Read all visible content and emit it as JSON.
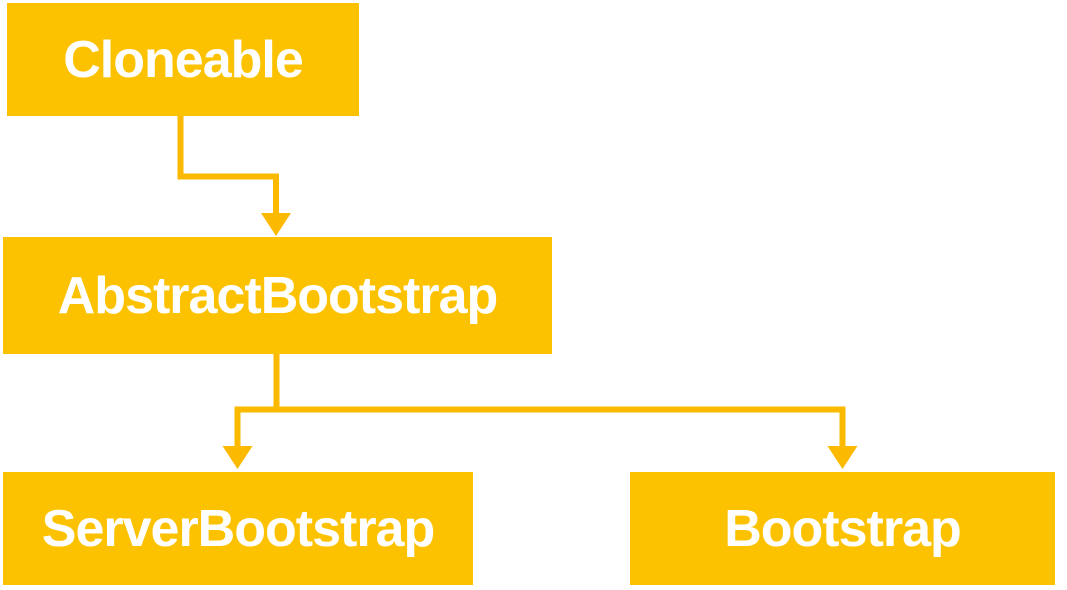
{
  "diagram": {
    "type": "class-hierarchy",
    "nodes": [
      {
        "id": "cloneable",
        "label": "Cloneable"
      },
      {
        "id": "abstract-bootstrap",
        "label": "AbstractBootstrap"
      },
      {
        "id": "server-bootstrap",
        "label": "ServerBootstrap"
      },
      {
        "id": "bootstrap",
        "label": "Bootstrap"
      }
    ],
    "edges": [
      {
        "from": "Cloneable",
        "to": "AbstractBootstrap"
      },
      {
        "from": "AbstractBootstrap",
        "to": "ServerBootstrap"
      },
      {
        "from": "AbstractBootstrap",
        "to": "Bootstrap"
      }
    ],
    "colors": {
      "node_fill": "#FCC200",
      "connector": "#FBB900",
      "label_text": "#FFFFFF",
      "background": "#FFFFFF"
    }
  }
}
